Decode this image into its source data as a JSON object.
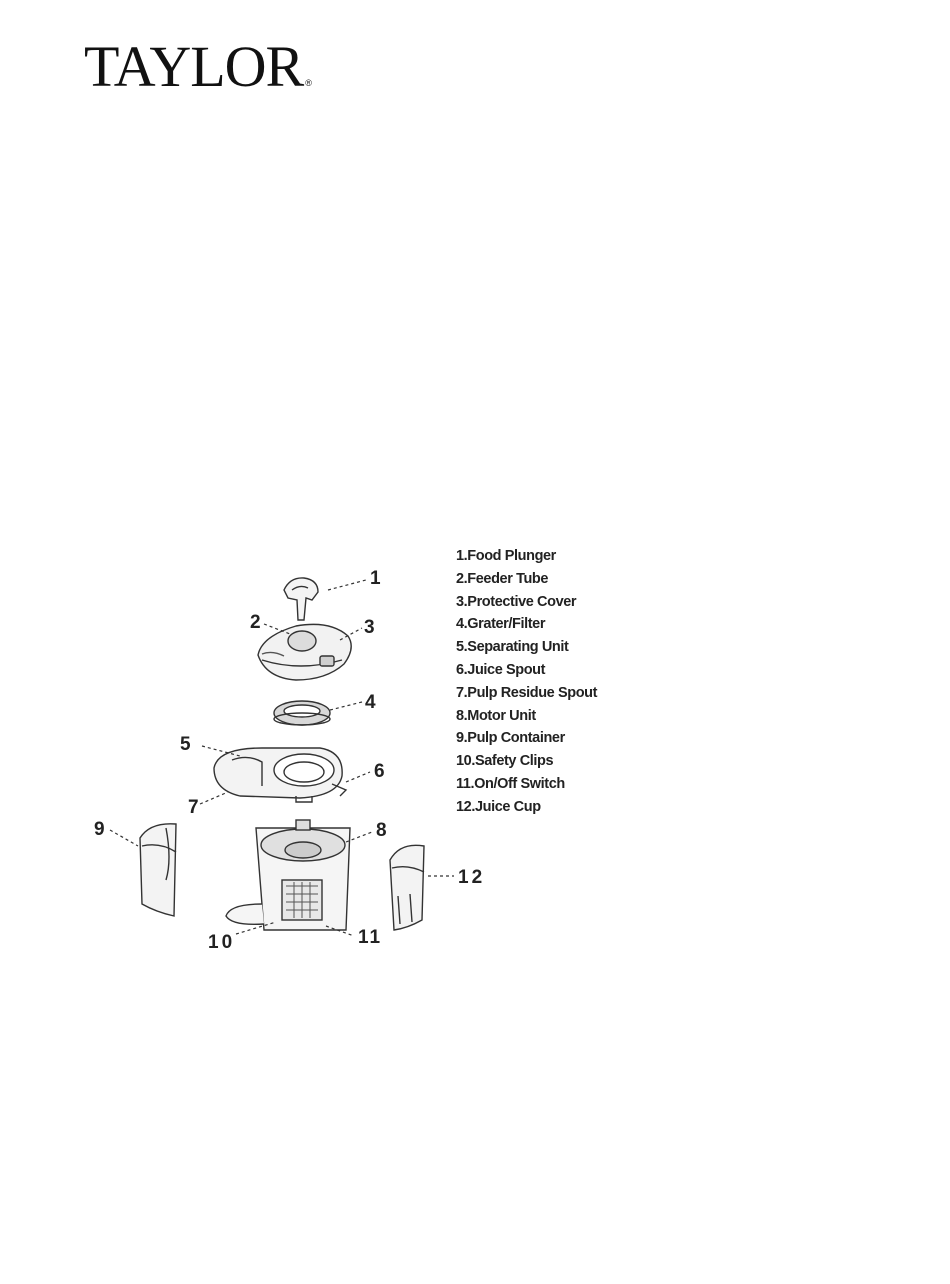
{
  "header": {
    "brand": "TAYLOR",
    "registered_mark": "®"
  },
  "callouts": [
    "1",
    "2",
    "3",
    "4",
    "5",
    "6",
    "7",
    "8",
    "9",
    "10",
    "11",
    "12"
  ],
  "legend": [
    "1.Food Plunger",
    "2.Feeder Tube",
    "3.Protective Cover",
    "4.Grater/Filter",
    "5.Separating Unit",
    "6.Juice Spout",
    "7.Pulp Residue Spout",
    "8.Motor Unit",
    "9.Pulp Container",
    "10.Safety Clips",
    "11.On/Off Switch",
    "12.Juice Cup"
  ]
}
